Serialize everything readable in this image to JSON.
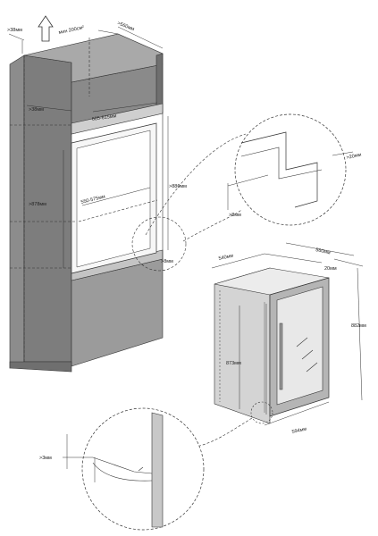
{
  "labels": {
    "top_gap": ">38мм",
    "vent_area": "мин 200см²",
    "cabinet_depth": ">560мм",
    "front_gap": ">38мм",
    "shelf_width": "605-615мм",
    "niche_width": "550-575мм",
    "niche_height_left": ">878мм",
    "niche_height_right": ">886мм",
    "detail_right_gap": ">20мм",
    "detail_bottom_gap": ">8мм",
    "side_gap": ">8мм",
    "unit_depth_top": "540мм",
    "unit_depth_total": "560мм",
    "door_thickness": "20мм",
    "unit_height": "882мм",
    "door_inner_height": "873мм",
    "unit_width": "594мм",
    "floor_gap": ">3мм"
  },
  "colors": {
    "cabinet_dark": "#7d7d7d",
    "cabinet_mid": "#9a9a9a",
    "cabinet_light": "#b9b9b9",
    "appliance_side": "#c8c8c8",
    "appliance_glass": "#dcdcdc"
  },
  "icons": {
    "airflow": "up-arrow-icon"
  }
}
